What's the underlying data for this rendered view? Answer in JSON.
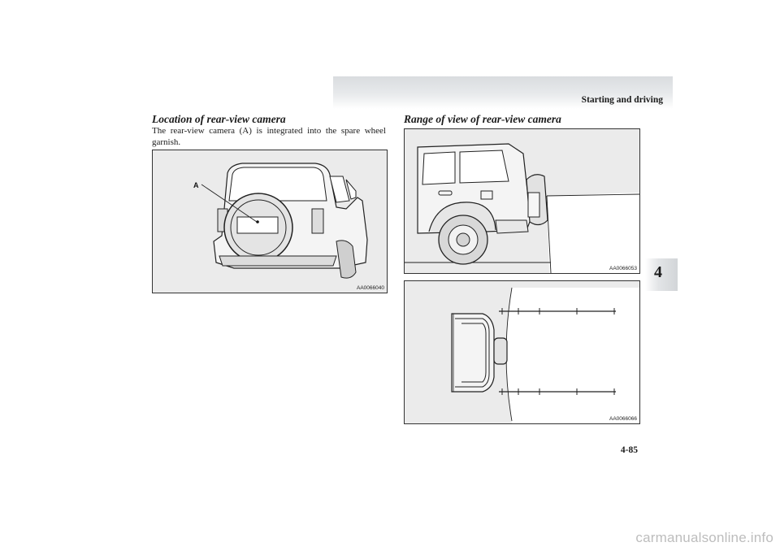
{
  "header": {
    "title": "Starting and driving"
  },
  "chapter_tab": {
    "number": "4"
  },
  "left_section": {
    "heading": "Location of rear-view camera",
    "body": "The rear-view camera (A) is integrated into the spare wheel garnish.",
    "figure": {
      "code": "AA0066040",
      "callout": "A"
    }
  },
  "right_section": {
    "heading": "Range of view of rear-view camera",
    "figure_side": {
      "code": "AA0066053"
    },
    "figure_top": {
      "code": "AA0066066"
    }
  },
  "footer": {
    "page_number": "4-85"
  },
  "watermark": {
    "text": "carmanualsonline.info"
  }
}
